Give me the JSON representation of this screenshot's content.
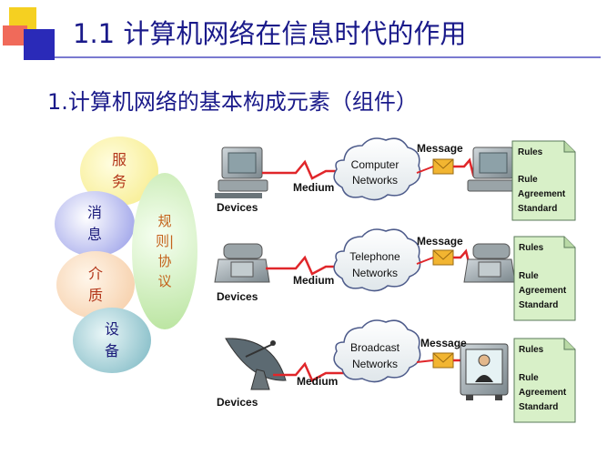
{
  "title": "1.1  计算机网络在信息时代的作用",
  "subtitle": "1.计算机网络的基本构成元素（组件）",
  "elements": [
    {
      "text": "服务"
    },
    {
      "text": "消息"
    },
    {
      "text": "介质"
    },
    {
      "text": "设备"
    }
  ],
  "rules_protocol": "规则|协议",
  "rows": [
    {
      "devices": "Devices",
      "medium": "Medium",
      "network": [
        "Computer",
        "Networks"
      ],
      "message": "Message",
      "doc": [
        "Rules",
        "Rule",
        "Agreement",
        "Standard"
      ]
    },
    {
      "devices": "Devices",
      "medium": "Medium",
      "network": [
        "Telephone",
        "Networks"
      ],
      "message": "Message",
      "doc": [
        "Rules",
        "Rule",
        "Agreement",
        "Standard"
      ]
    },
    {
      "devices": "Devices",
      "medium": "Medium",
      "network": [
        "Broadcast",
        "Networks"
      ],
      "message": "Message",
      "doc": [
        "Rules",
        "Rule",
        "Agreement",
        "Standard"
      ]
    }
  ],
  "colors": {
    "title": "#1a1a8a",
    "medium_line": "#e0262a",
    "doc_fill": "#d8f0c8",
    "envelope": "#f2b531"
  }
}
